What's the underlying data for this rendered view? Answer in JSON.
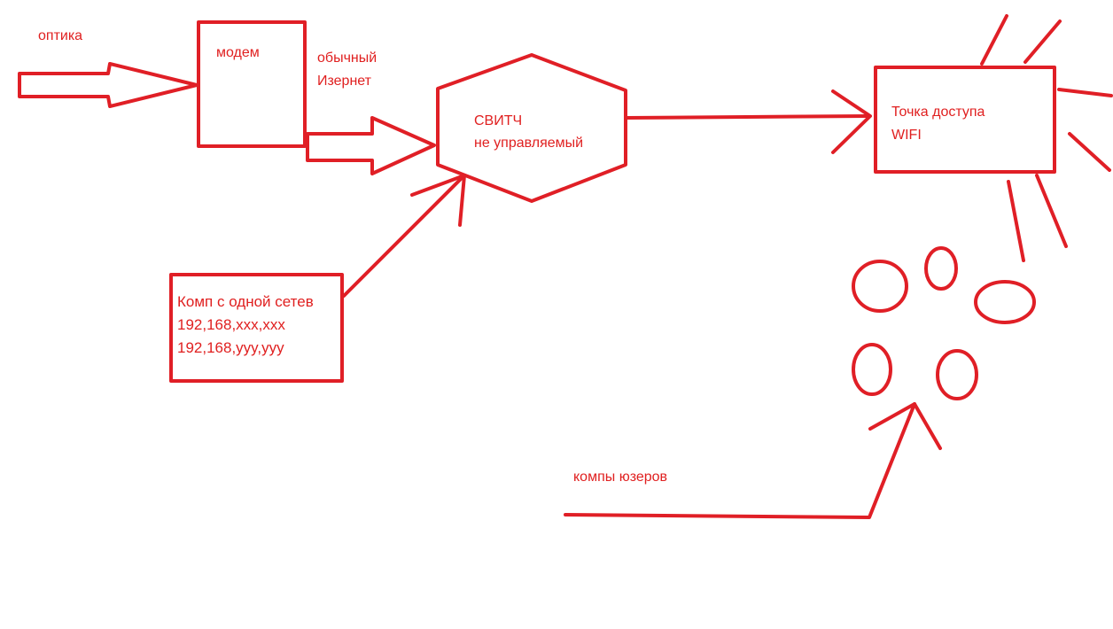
{
  "colors": {
    "stroke": "#e01f26",
    "text": "#e02020",
    "background": "#ffffff"
  },
  "labels": {
    "optika": "оптика",
    "modem": "модем",
    "internet_line1": "обычный",
    "internet_line2": "Изернет",
    "switch_line1": "СВИТЧ",
    "switch_line2": "не управляемый",
    "ap_line1": "Точка доступа",
    "ap_line2": "WIFI",
    "pc_line1": "Комп с одной сетев",
    "pc_line2": "192,168,xxx,xxx",
    "pc_line3": "192,168,yyy,yyy",
    "users": "компы юзеров"
  }
}
